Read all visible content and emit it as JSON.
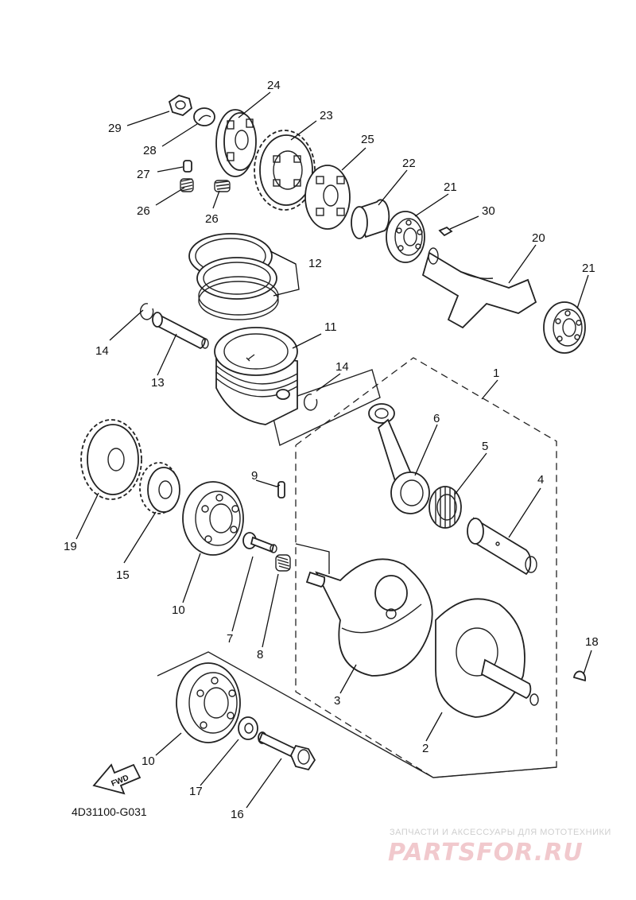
{
  "diagram": {
    "code": "4D31100-G031",
    "direction_label": "FWD",
    "callouts": {
      "c1": "1",
      "c2": "2",
      "c3": "3",
      "c4": "4",
      "c5": "5",
      "c6": "6",
      "c7": "7",
      "c8": "8",
      "c9": "9",
      "c10a": "10",
      "c10b": "10",
      "c11": "11",
      "c12": "12",
      "c13": "13",
      "c14a": "14",
      "c14b": "14",
      "c15": "15",
      "c16": "16",
      "c17": "17",
      "c18": "18",
      "c19": "19",
      "c20": "20",
      "c21a": "21",
      "c21b": "21",
      "c22": "22",
      "c23": "23",
      "c24": "24",
      "c25": "25",
      "c26a": "26",
      "c26b": "26",
      "c27": "27",
      "c28": "28",
      "c29": "29",
      "c30": "30"
    }
  },
  "watermark": {
    "tagline": "ЗАПЧАСТИ И АКСЕССУАРЫ ДЛЯ МОТОТЕХНИКИ",
    "brand": "PARTSFOR.RU"
  }
}
